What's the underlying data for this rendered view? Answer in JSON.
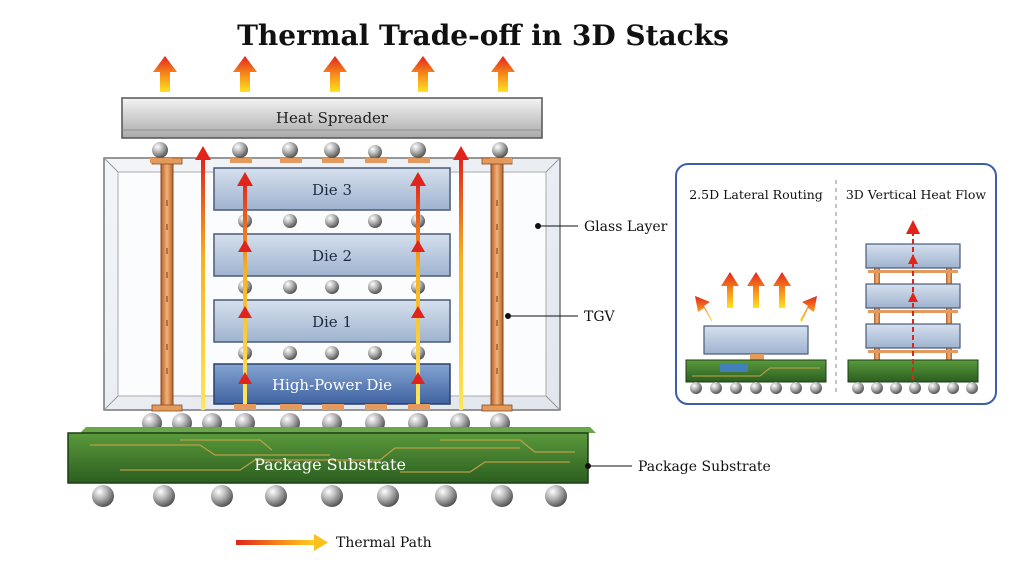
{
  "title": "Thermal Trade-off in 3D Stacks",
  "main_stack": {
    "heat_spreader": "Heat Spreader",
    "dies": [
      "Die 3",
      "Die 2",
      "Die 1"
    ],
    "base_die": "High-Power Die",
    "substrate": "Package Substrate"
  },
  "callouts": {
    "glass_layer": "Glass Layer",
    "tgv": "TGV",
    "package_substrate": "Package Substrate"
  },
  "legend": {
    "thermal_path": "Thermal Path"
  },
  "inset": {
    "left_title": "2.5D Lateral Routing",
    "right_title": "3D Vertical Heat Flow"
  },
  "colors": {
    "die_fill": "#b9c8dd",
    "base_die_fill": "#5f82b8",
    "substrate_green": "#3d7a2e",
    "tgv_orange": "#dc8a4a",
    "arrow_red": "#e0241c",
    "arrow_yellow": "#f7df1e",
    "inset_border": "#3d5ea6"
  },
  "icons": [
    "up-arrow-icon",
    "thermal-path-arrow-icon",
    "solder-ball-icon"
  ]
}
